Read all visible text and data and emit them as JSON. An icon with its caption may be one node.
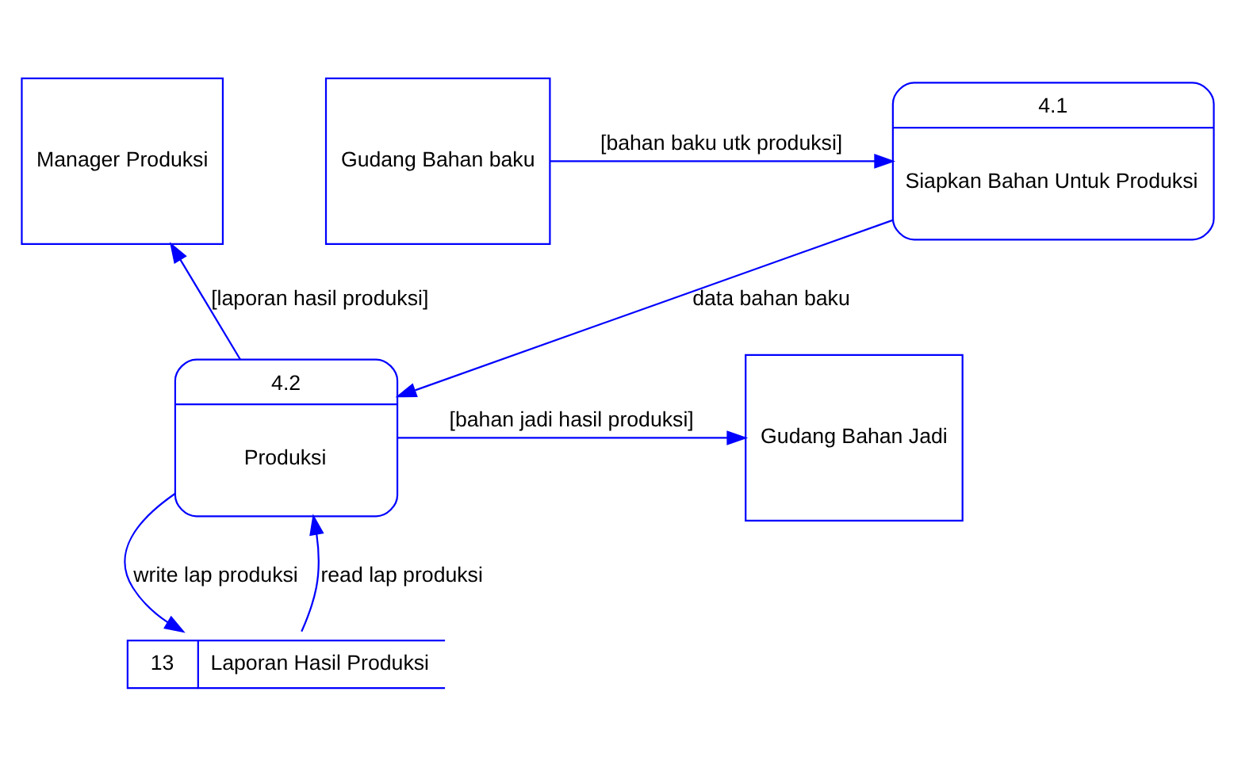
{
  "diagram": {
    "nodes": [
      {
        "text": [
          "Manager Produksi"
        ]
      },
      {
        "text": [
          "4.1",
          "Siapkan Bahan Untuk Produksi"
        ]
      },
      {
        "text": [
          "Gudang Bahan baku"
        ]
      },
      {
        "text": [
          "4.2",
          "Produksi"
        ]
      },
      {
        "text": [
          "Gudang Bahan Jadi"
        ]
      },
      {
        "text": [
          "13",
          "Laporan Hasil Produksi"
        ]
      }
    ],
    "edges": [
      {
        "from": 2,
        "to": 1,
        "arrow": "to",
        "label": "[bahan baku utk produksi]"
      },
      {
        "from": 1,
        "to": 3,
        "arrow": "to",
        "label": "data bahan baku"
      },
      {
        "from": 3,
        "to": 0,
        "arrow": "to",
        "label": "[laporan hasil produksi]"
      },
      {
        "from": 3,
        "to": 4,
        "arrow": "to",
        "label": "[bahan jadi hasil produksi]"
      },
      {
        "from": 3,
        "to": 5,
        "arrow": "to",
        "label": "write lap produksi"
      },
      {
        "from": 5,
        "to": 3,
        "arrow": "to",
        "label": "read lap produksi"
      }
    ]
  }
}
